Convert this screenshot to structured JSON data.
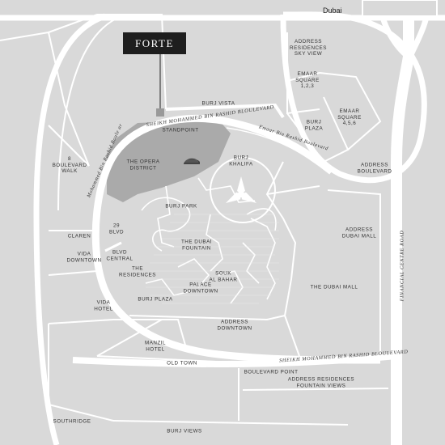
{
  "project_tag": "FORTE",
  "top_road_label": "Dubai",
  "roads": {
    "sheikh_top": "SHEIKH MOHAMMED BIN RASHID BLOULEVARD",
    "opera_blvd": "Emaar Bin Rashid Boulevard",
    "mohammed_left": "Mohammed Bin Rashid Boule ar",
    "sheikh_bottom": "SHEIKH MOHAMMED BIN RASHID BLOULEVARD",
    "financial_centre": "FINANCIAL CENTRE ROAD"
  },
  "districts": {
    "address_residences_sky_view": "ADDRESS\nRESIDENCES\nSKY VIEW",
    "emaar_square_123": "EMAAR\nSQUARE\n1,2,3",
    "burj_plaza_top": "BURJ\nPLAZA",
    "emaar_square_456": "EMAAR\nSQUARE\n4,5,6",
    "burj_vista": "BURJ VISTA",
    "standpoint": "STANDPOINT",
    "address_boulevard": "ADDRESS\nBOULEVARD",
    "eight_boulevard_walk": "8\nBOULEVARD\nWALK",
    "the_opera_district": "THE OPERA\nDISTRICT",
    "burj_khalifa": "BURJ\nKHALIFA",
    "burj_park": "BURJ PARK",
    "address_dubai_mall": "ADDRESS\nDUBAI MALL",
    "twentynine_blvd": "29\nBLVD",
    "claren": "CLAREN",
    "vida_downtown": "VIDA\nDOWNTOWN",
    "the_dubai_fountain": "THE DUBAI\nFOUNTAIN",
    "blvd_central": "BLVD\nCENTRAL",
    "the_residences": "THE\nRESIDENCES",
    "souk_al_bahar": "SOUK\nAL BAHAR",
    "palace_downtown": "PALACE\nDOWNTOWN",
    "the_dubai_mall": "THE DUBAI MALL",
    "vida_hotel": "VIDA\nHOTEL",
    "burj_plaza": "BURJ PLAZA",
    "address_downtown": "ADDRESS\nDOWNTOWN",
    "manzil_hotel": "MANZIL\nHOTEL",
    "old_town": "OLD TOWN",
    "boulevard_point": "BOULEVARD POINT",
    "address_residences_fountain_views": "ADDRESS RESIDENCES\nFOUNTAIN VIEWS",
    "southridge": "SOUTHRIDGE",
    "burj_views": "BURJ VIEWS"
  },
  "colors": {
    "land": "#d9d9d9",
    "road": "#ffffff",
    "opera_district": "#aaaaaa",
    "tag_bg": "#1e1e1e"
  },
  "icons": {
    "burj_khalifa": "burj-khalifa-icon",
    "opera_house": "opera-house-icon",
    "pin": "location-pin-icon"
  }
}
